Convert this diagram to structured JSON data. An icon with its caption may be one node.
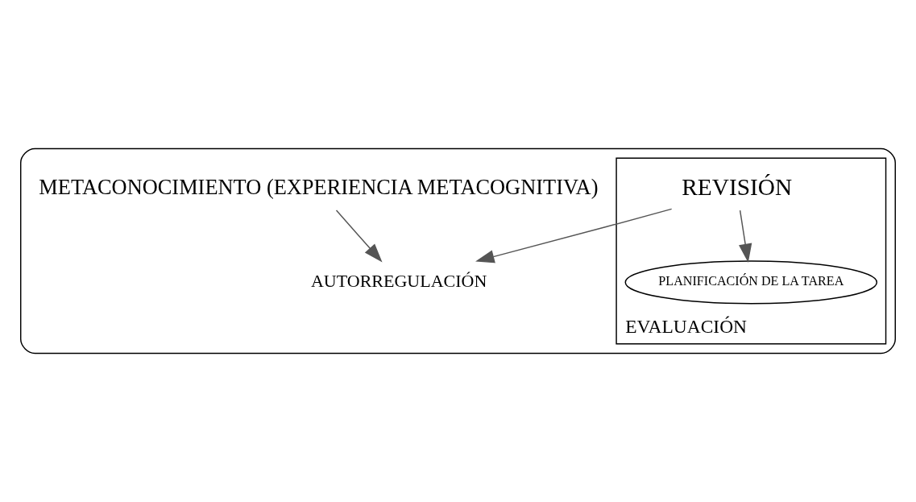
{
  "diagram": {
    "nodes": [
      {
        "text": [],
        "shape": "box"
      },
      {
        "text": [
          "EVALUACIÓN"
        ],
        "in": 0
      },
      {
        "text": [
          "PLANIFICACIÓN DE LA TAREA"
        ],
        "in": 1
      },
      {
        "text": [
          "REVISIÓN"
        ],
        "in": 1
      },
      {
        "text": [
          "METACONOCIMIENTO (EXPERIENCIA METACOGNITIVA)"
        ],
        "in": 0
      },
      {
        "text": [
          "AUTORREGULACIÓN"
        ],
        "in": 0
      }
    ],
    "edges": [
      {
        "from": 3,
        "to": 2,
        "arrow": "to"
      },
      {
        "from": 3,
        "to": 5,
        "arrow": "to"
      },
      {
        "from": 4,
        "to": 5,
        "arrow": "to"
      }
    ]
  }
}
